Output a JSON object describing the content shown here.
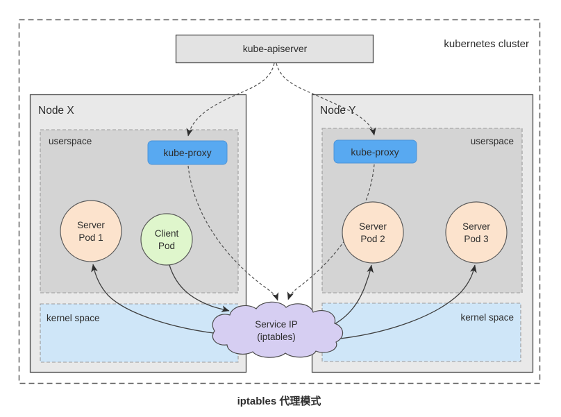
{
  "diagram": {
    "cluster_label": "kubernetes cluster",
    "caption": "iptables 代理模式",
    "apiserver_label": "kube-apiserver",
    "service_cloud": {
      "line1": "Service IP",
      "line2": "(iptables)"
    },
    "node_x": {
      "label": "Node X",
      "userspace_label": "userspace",
      "kernel_label": "kernel space",
      "kube_proxy_label": "kube-proxy",
      "pods": {
        "server1_line1": "Server",
        "server1_line2": "Pod 1",
        "client_line1": "Client",
        "client_line2": "Pod"
      }
    },
    "node_y": {
      "label": "Node Y",
      "userspace_label": "userspace",
      "kernel_label": "kernel space",
      "kube_proxy_label": "kube-proxy",
      "pods": {
        "server2_line1": "Server",
        "server2_line2": "Pod 2",
        "server3_line1": "Server",
        "server3_line2": "Pod 3"
      }
    }
  },
  "colors": {
    "node_fill": "#e9e9e9",
    "userspace_fill": "#d4d4d4",
    "kernel_fill": "#cfe6f8",
    "kube_proxy_fill": "#58a9f1",
    "server_pod_fill": "#fce3cd",
    "client_pod_fill": "#dff6cc",
    "cloud_fill": "#d6cef2",
    "apiserver_fill": "#e3e3e3"
  }
}
